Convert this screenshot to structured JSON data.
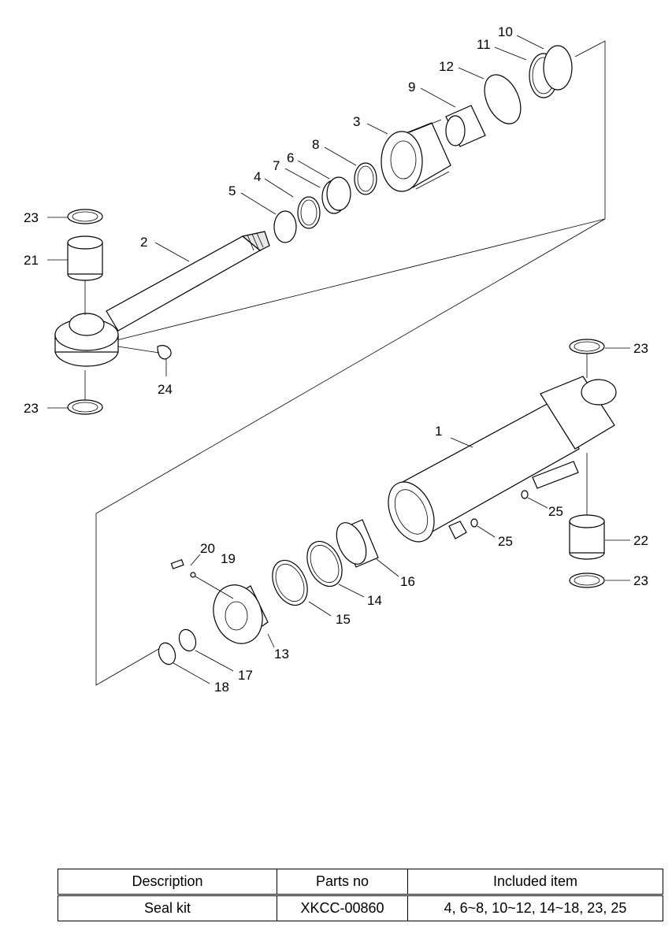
{
  "callouts": {
    "c1": "1",
    "c2": "2",
    "c3": "3",
    "c4": "4",
    "c5": "5",
    "c6": "6",
    "c7": "7",
    "c8": "8",
    "c9": "9",
    "c10": "10",
    "c11": "11",
    "c12": "12",
    "c13": "13",
    "c14": "14",
    "c15": "15",
    "c16": "16",
    "c17": "17",
    "c18": "18",
    "c19": "19",
    "c20": "20",
    "c21": "21",
    "c22": "22",
    "c23": "23",
    "c24": "24",
    "c25": "25"
  },
  "table": {
    "headers": [
      "Description",
      "Parts no",
      "Included item"
    ],
    "rows": [
      [
        "Seal kit",
        "XKCC-00860",
        "4, 6~8, 10~12, 14~18, 23, 25"
      ]
    ]
  }
}
